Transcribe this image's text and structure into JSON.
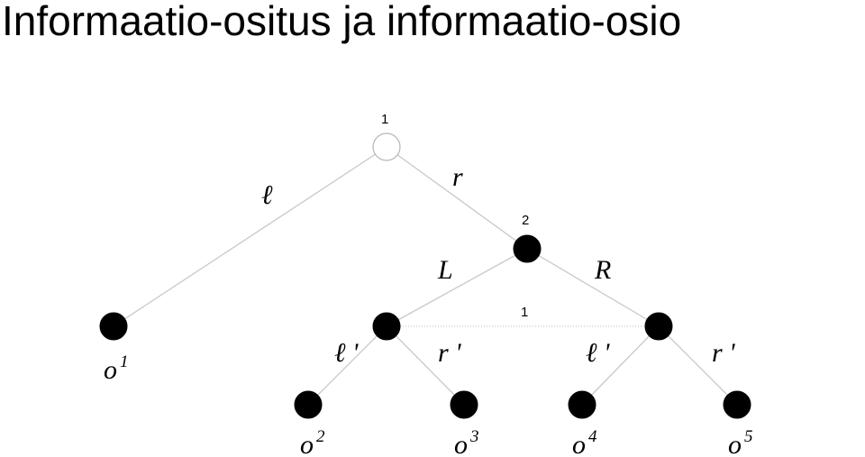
{
  "title": "Informaatio-ositus ja informaatio-osio",
  "players": {
    "root": "1",
    "second": "2",
    "info_set": "1"
  },
  "actions": {
    "root_left": "ℓ",
    "root_right": "r",
    "p2_left": "L",
    "p2_right": "R",
    "left_left": "ℓ '",
    "left_right": "r '",
    "right_left": "ℓ '",
    "right_right": "r '"
  },
  "outcomes": [
    {
      "base": "o",
      "sup": "1"
    },
    {
      "base": "o",
      "sup": "2"
    },
    {
      "base": "o",
      "sup": "3"
    },
    {
      "base": "o",
      "sup": "4"
    },
    {
      "base": "o",
      "sup": "5"
    }
  ]
}
